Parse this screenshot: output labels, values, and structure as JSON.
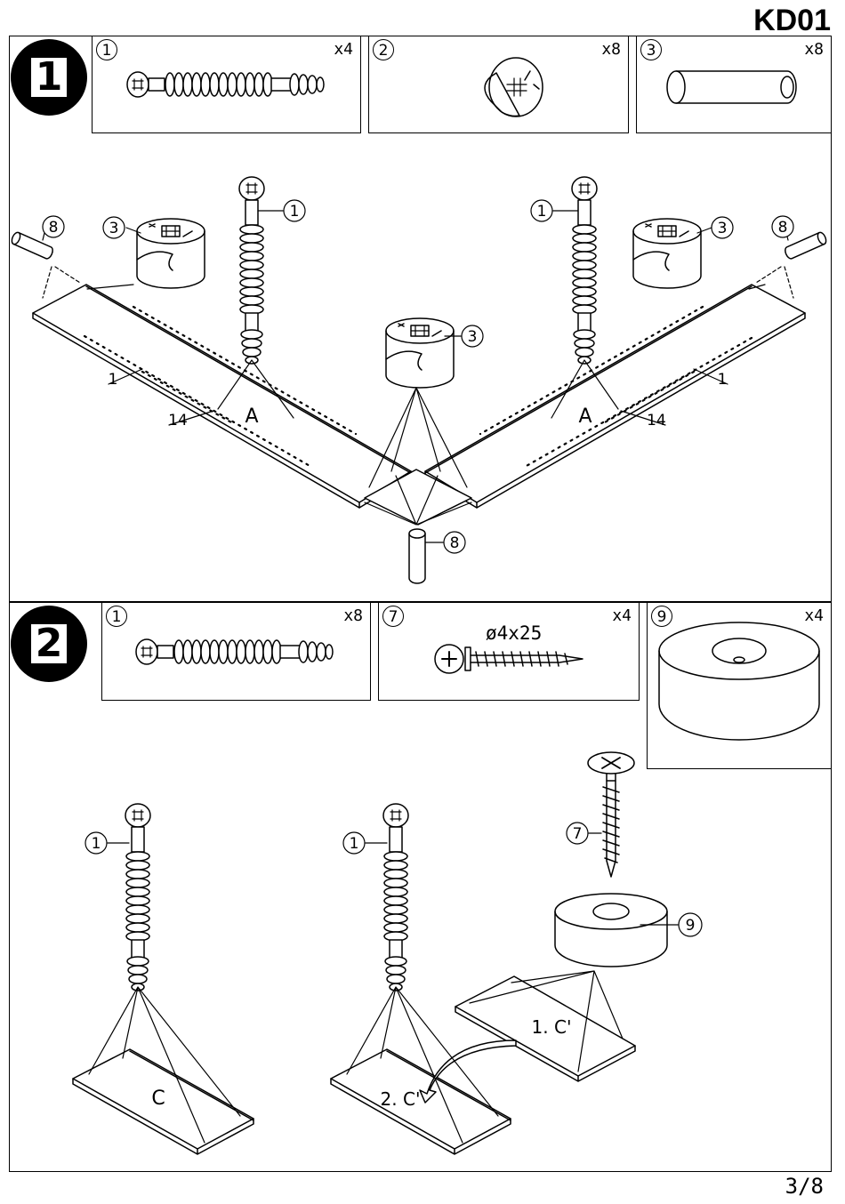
{
  "header": {
    "model": "KD01"
  },
  "step1": {
    "number": "1",
    "parts": [
      {
        "id": "1",
        "qty": "x4",
        "icon": "cam-bolt-icon"
      },
      {
        "id": "2",
        "qty": "x8",
        "icon": "cam-lock-icon"
      },
      {
        "id": "3",
        "qty": "x8",
        "icon": "wooden-dowel-icon"
      }
    ],
    "labels": {
      "panel_left": "A",
      "panel_right": "A",
      "edge_left": "1",
      "edge_right": "1",
      "holes_left": "14",
      "holes_right": "14",
      "callout_bolt": "1",
      "callout_cam": "3",
      "callout_dowel": "8"
    }
  },
  "step2": {
    "number": "2",
    "parts": [
      {
        "id": "1",
        "qty": "x8",
        "icon": "cam-bolt-icon"
      },
      {
        "id": "7",
        "qty": "x4",
        "icon": "screw-icon",
        "size": "ø4x25"
      },
      {
        "id": "9",
        "qty": "x4",
        "icon": "foot-pad-icon"
      }
    ],
    "labels": {
      "panel_c": "C",
      "panel_c1": "1. C'",
      "panel_c2": "2. C'",
      "callout_bolt": "1",
      "callout_screw": "7",
      "callout_foot": "9"
    }
  },
  "footer": {
    "page": "3/8"
  }
}
